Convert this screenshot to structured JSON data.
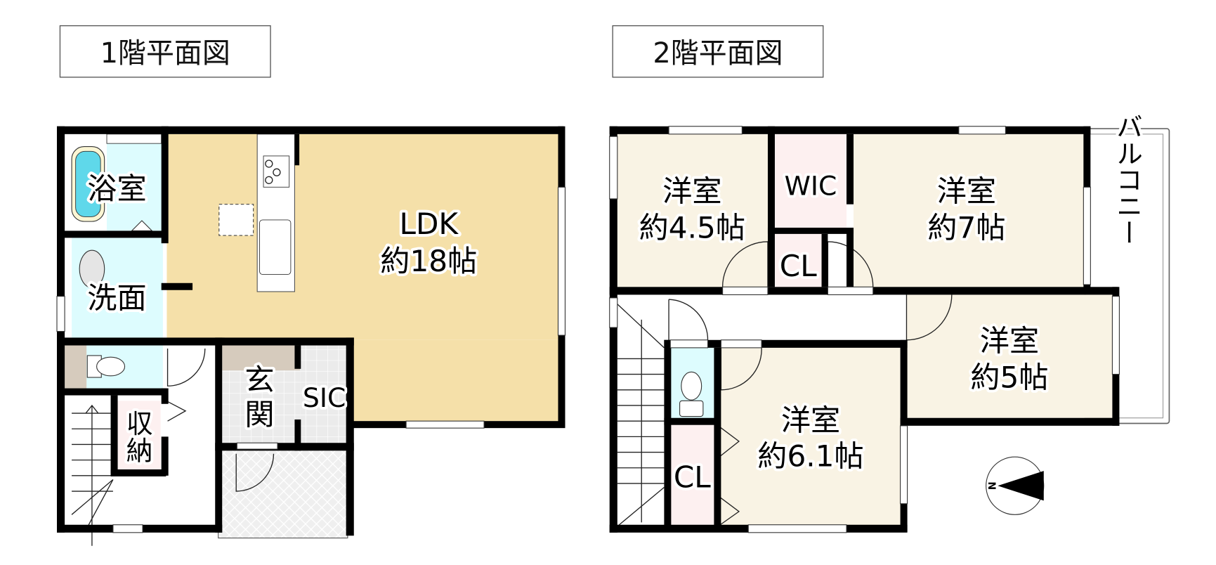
{
  "colors": {
    "ldk": "#F5E0A9",
    "western_room": "#F9F3E4",
    "storage": "#FDF0F0",
    "wet_area": "#DDFCFE",
    "shelf": "#D6CBBD",
    "tile": "#EBEBEB",
    "wall": "#000000"
  },
  "floor1": {
    "title": "1階平面図",
    "rooms": {
      "bath": "浴室",
      "washroom": "洗面",
      "ldk_name": "LDK",
      "ldk_size": "約18帖",
      "genkan": "玄関",
      "sic": "SIC",
      "storage": "収納"
    }
  },
  "floor2": {
    "title": "2階平面図",
    "rooms": {
      "room_a_name": "洋室",
      "room_a_size": "約4.5帖",
      "wic": "WIC",
      "room_b_name": "洋室",
      "room_b_size": "約7帖",
      "cl_upper": "CL",
      "room_c_name": "洋室",
      "room_c_size": "約5帖",
      "room_d_name": "洋室",
      "room_d_size": "約6.1帖",
      "cl_lower": "CL",
      "balcony": "バルコニー"
    }
  },
  "compass": {
    "north_label": "N"
  }
}
